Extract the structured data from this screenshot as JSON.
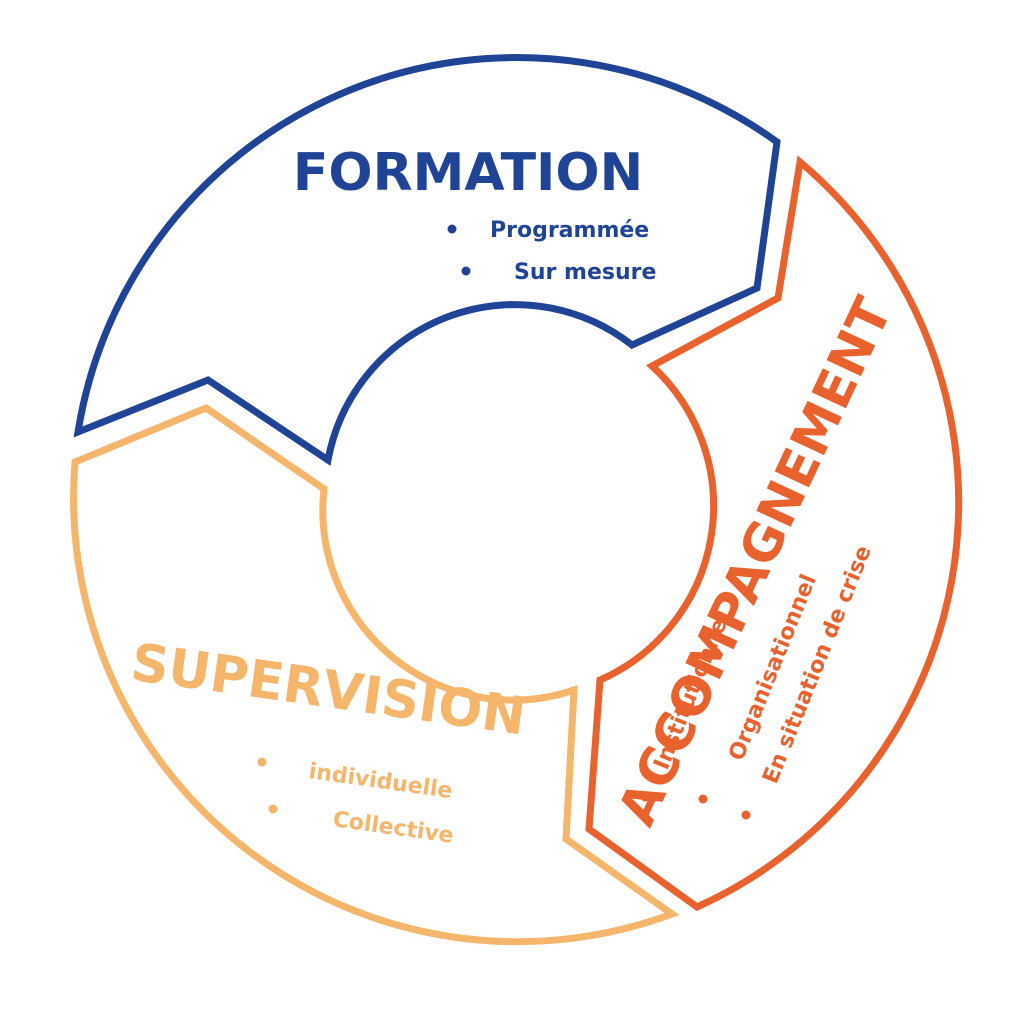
{
  "colors": {
    "formation": "#1f4496",
    "accompagnement": "#e9622d",
    "supervision": "#f5b56a"
  },
  "formation": {
    "title": "FORMATION",
    "items": [
      "Programmée",
      "Sur mesure"
    ]
  },
  "accompagnement": {
    "title": "ACCOMPAGNEMENT",
    "items": [
      "Institutionnel",
      "Organisationnel",
      "En situation de crise"
    ]
  },
  "supervision": {
    "title": "SUPERVISION",
    "items": [
      "individuelle",
      "Collective"
    ]
  }
}
